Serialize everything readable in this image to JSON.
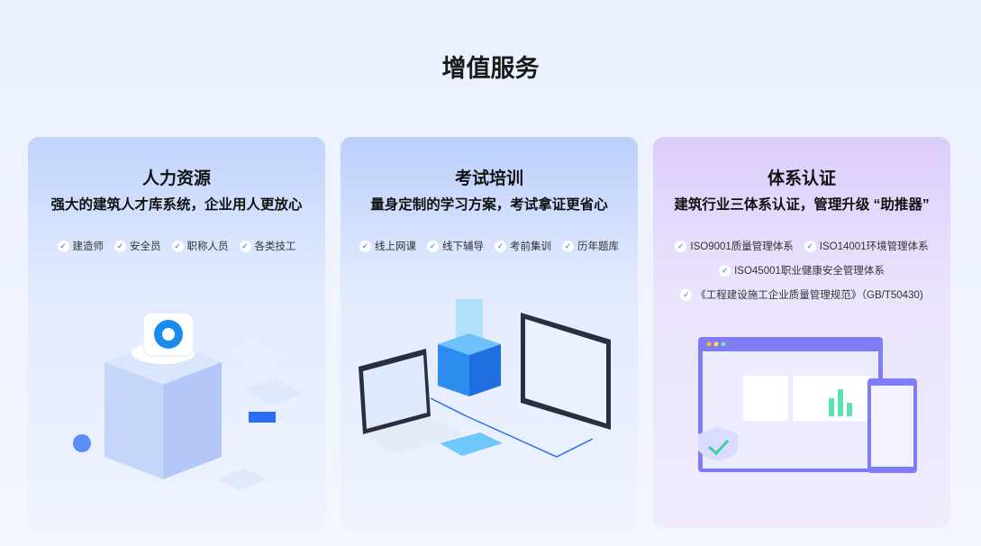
{
  "page_title": "增值服务",
  "cards": [
    {
      "title": "人力资源",
      "subtitle": "强大的建筑人才库系统，企业用人更放心",
      "checks": [
        "建造师",
        "安全员",
        "职称人员",
        "各类技工"
      ]
    },
    {
      "title": "考试培训",
      "subtitle": "量身定制的学习方案，考试拿证更省心",
      "checks": [
        "线上网课",
        "线下辅导",
        "考前集训",
        "历年题库"
      ]
    },
    {
      "title": "体系认证",
      "subtitle": "建筑行业三体系认证，管理升级 “助推器”",
      "checks": [
        "ISO9001质量管理体系",
        "ISO14001环境管理体系",
        "ISO45001职业健康安全管理体系",
        "《工程建设施工企业质量管理规范》（GB/T50430)"
      ]
    }
  ],
  "colors": {
    "accent": "#2d6cf6"
  }
}
